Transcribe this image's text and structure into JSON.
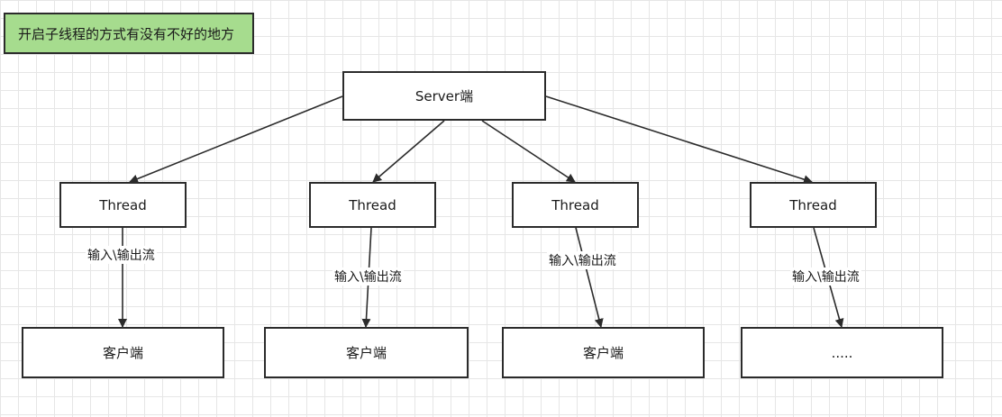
{
  "title": "开启子线程的方式有没有不好的地方",
  "server": {
    "label": "Server端"
  },
  "threads": [
    {
      "label": "Thread"
    },
    {
      "label": "Thread"
    },
    {
      "label": "Thread"
    },
    {
      "label": "Thread"
    }
  ],
  "clients": [
    {
      "label": "客户端"
    },
    {
      "label": "客户端"
    },
    {
      "label": "客户端"
    },
    {
      "label": "....."
    }
  ],
  "edge_labels": [
    "输入\\输出流",
    "输入\\输出流",
    "输入\\输出流",
    "输入\\输出流"
  ]
}
